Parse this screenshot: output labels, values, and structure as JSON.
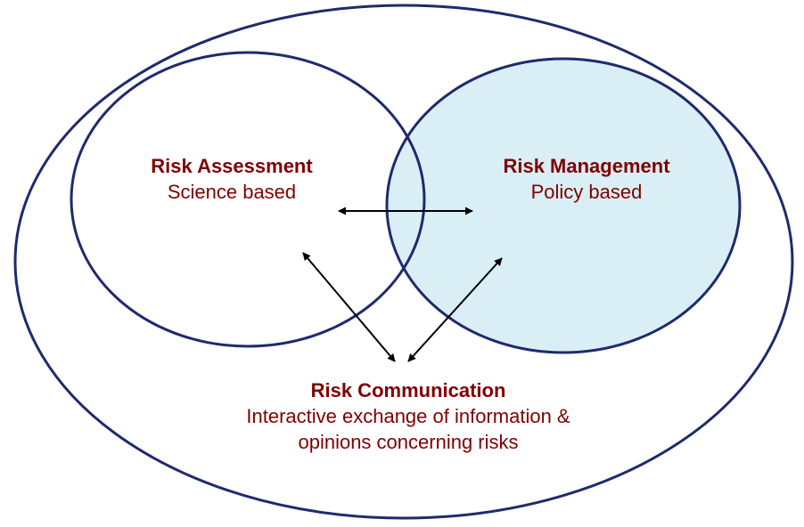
{
  "colors": {
    "outline": "#1f2a6e",
    "text": "#800000",
    "management_fill": "#daeef5",
    "arrow": "#000000",
    "background": "#ffffff"
  },
  "risk_assessment": {
    "title": "Risk Assessment",
    "subtitle": "Science based"
  },
  "risk_management": {
    "title": "Risk Management",
    "subtitle": "Policy based"
  },
  "risk_communication": {
    "title": "Risk Communication",
    "line1": "Interactive exchange of information &",
    "line2": "opinions concerning risks"
  }
}
